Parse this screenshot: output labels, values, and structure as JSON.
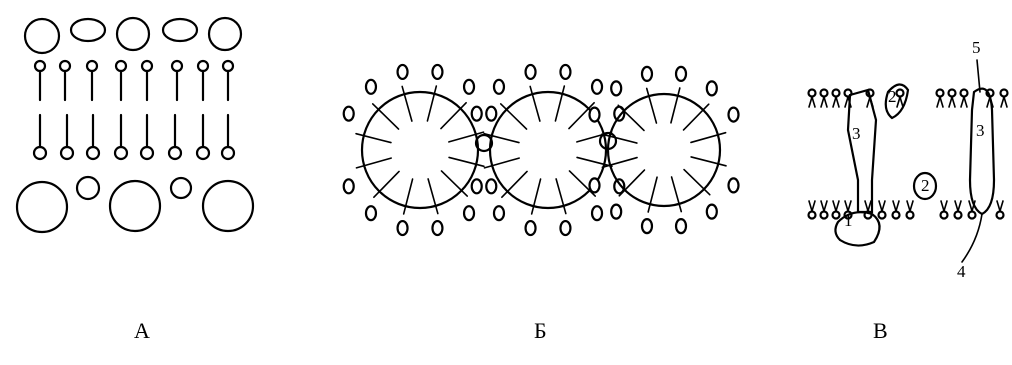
{
  "panels": [
    {
      "id": "A",
      "label": "А"
    },
    {
      "id": "B",
      "label": "Б"
    },
    {
      "id": "V",
      "label": "В"
    }
  ],
  "markers": [
    "1",
    "2",
    "2",
    "3",
    "3",
    "4",
    "5"
  ]
}
